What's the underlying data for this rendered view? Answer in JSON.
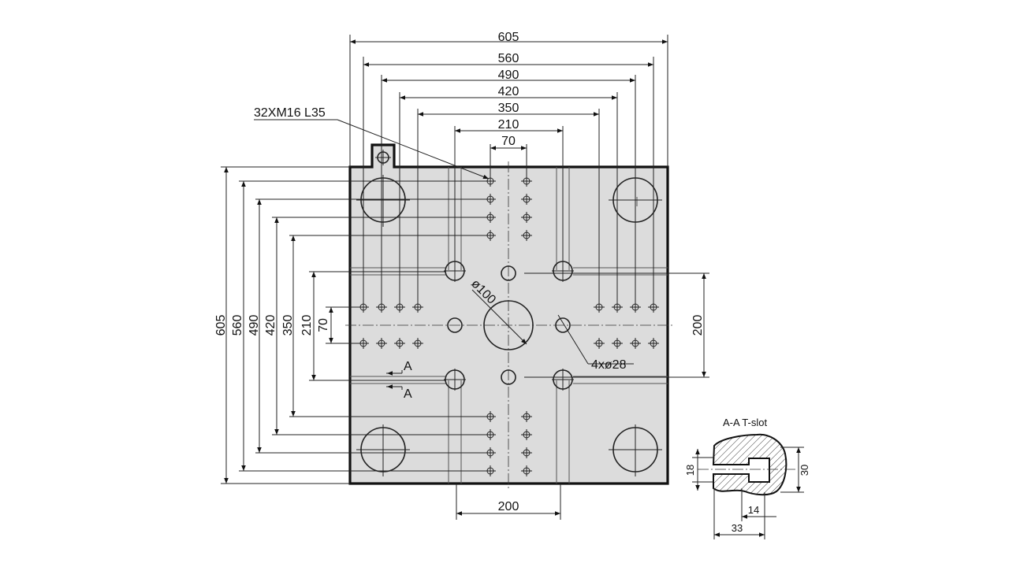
{
  "top_dims": [
    "605",
    "560",
    "490",
    "420",
    "350",
    "210",
    "70"
  ],
  "left_dims": [
    "605",
    "560",
    "490",
    "420",
    "350",
    "210",
    "70"
  ],
  "right_dim": "200",
  "bottom_dim": "200",
  "thread_label": "32XM16 L35",
  "center_bore_label": "ø100",
  "side_holes_label": "4xø28",
  "section_mark": "A",
  "section_title": "A-A T-slot",
  "tslot_dims": [
    "18",
    "30",
    "14",
    "33"
  ],
  "colors": {
    "plate_fill": "#dcdcdc",
    "line": "#111111",
    "hatch": "#333333"
  }
}
